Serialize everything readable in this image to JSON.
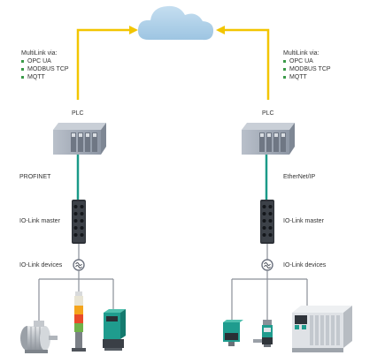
{
  "left": {
    "multilink_title": "MultiLink via:",
    "protocols": [
      "OPC UA",
      "MODBUS TCP",
      "MQTT"
    ],
    "plc_label": "PLC",
    "network_label": "PROFINET",
    "master_label": "IO-Link master",
    "devices_label": "IO-Link devices",
    "devices": [
      "motor",
      "signal-tower",
      "sensor"
    ]
  },
  "right": {
    "multilink_title": "MultiLink via:",
    "protocols": [
      "OPC UA",
      "MODBUS TCP",
      "MQTT"
    ],
    "plc_label": "PLC",
    "network_label": "EtherNet/IP",
    "master_label": "IO-Link master",
    "devices_label": "IO-Link devices",
    "devices": [
      "photoelectric-sensor",
      "cylindrical-sensor",
      "valve-terminal"
    ]
  },
  "colors": {
    "cloud": "#a9cde6",
    "arrow": "#f2c500",
    "network_line": "#1a9a88",
    "device_line": "#8a8f98",
    "plc_body": "#9ea6b3",
    "bullet": "#3a9a48",
    "sensor_green": "#1f9c8e"
  }
}
